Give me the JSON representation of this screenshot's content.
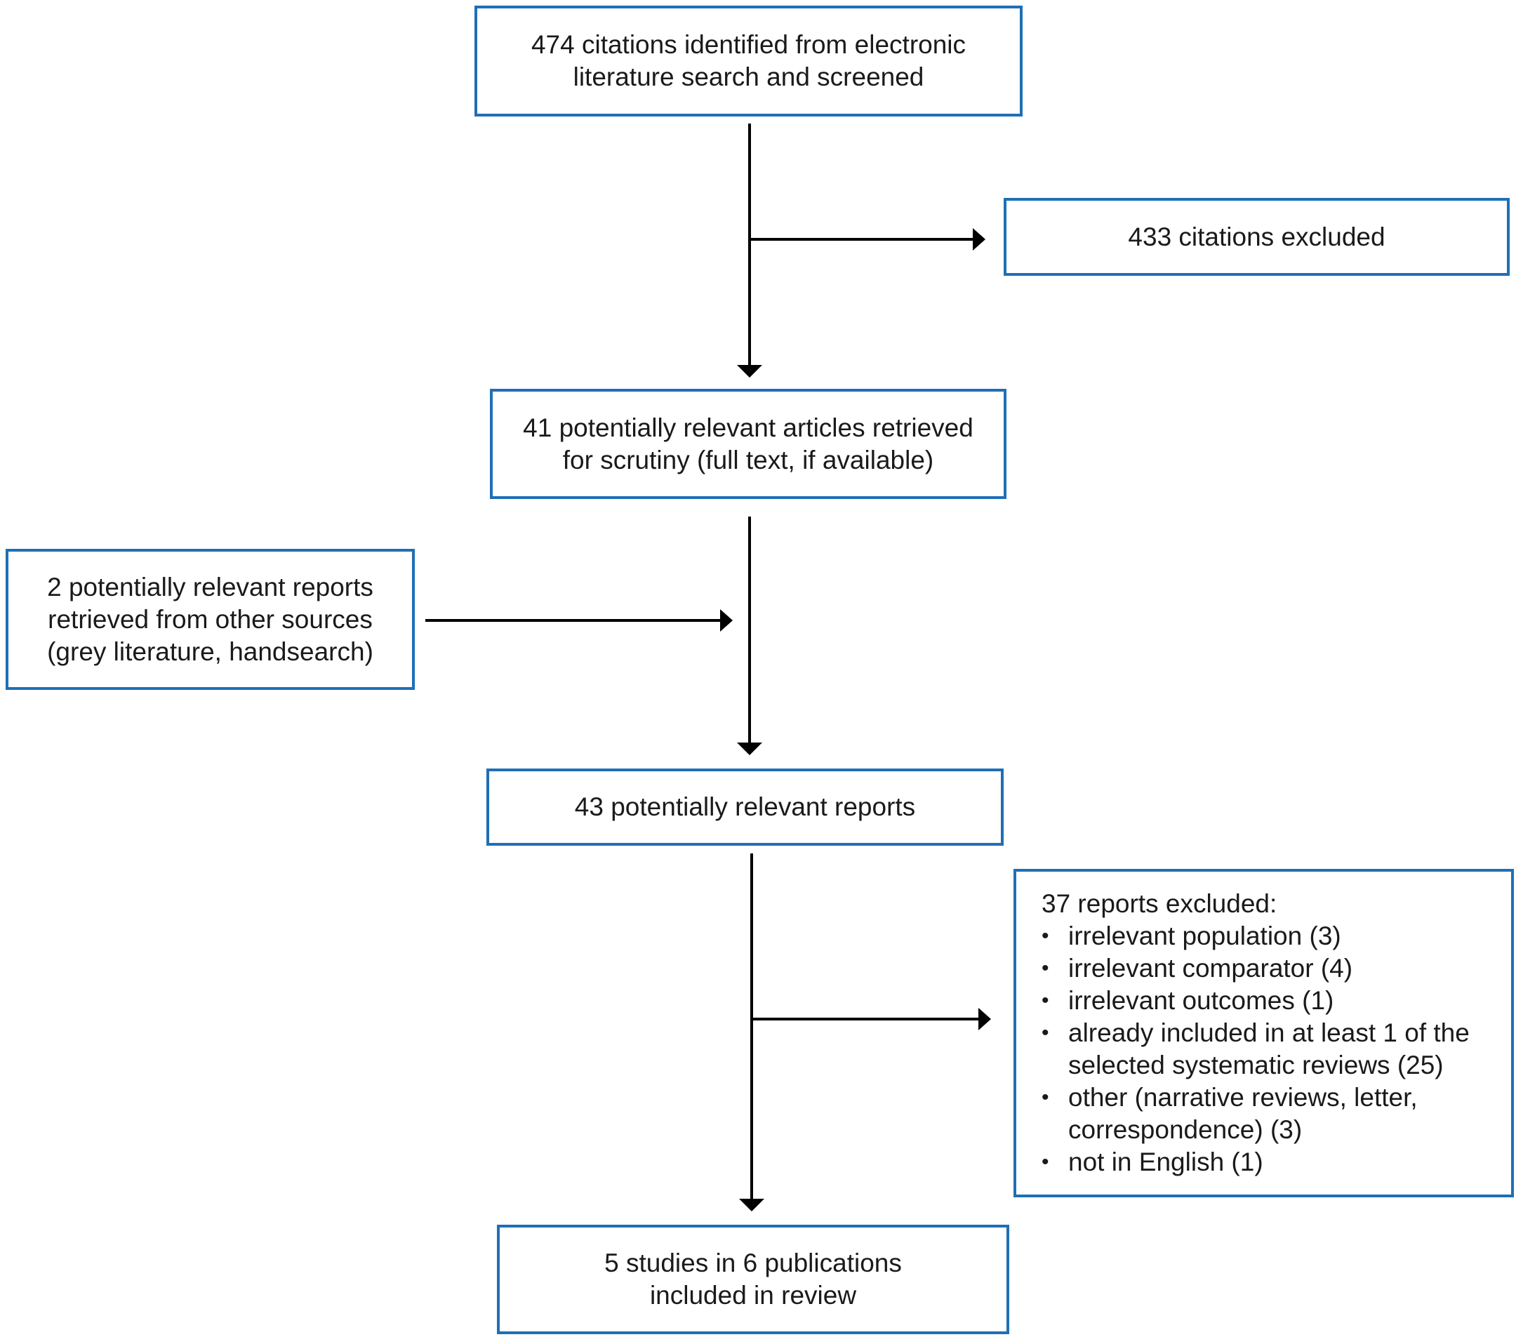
{
  "boxes": {
    "identified": {
      "line1": "474 citations identified from electronic",
      "line2": "literature search and screened"
    },
    "excluded_citations": {
      "text": "433 citations excluded"
    },
    "retrieved": {
      "line1": "41 potentially relevant articles retrieved",
      "line2": "for scrutiny (full text, if available)"
    },
    "other_sources": {
      "line1": "2 potentially relevant reports",
      "line2": "retrieved from other sources",
      "line3": "(grey literature, handsearch)"
    },
    "relevant_reports": {
      "text": "43 potentially relevant reports"
    },
    "excluded_reports": {
      "title": "37 reports excluded:",
      "items": [
        "irrelevant population (3)",
        "irrelevant comparator (4)",
        "irrelevant outcomes (1)",
        "already included in at least 1 of the selected systematic reviews (25)",
        "other (narrative reviews, letter, correspondence) (3)",
        "not in English (1)"
      ]
    },
    "included": {
      "line1": "5 studies in 6 publications",
      "line2": "included in review"
    }
  },
  "colors": {
    "box_border": "#1f6fb5",
    "arrow": "#000000"
  }
}
